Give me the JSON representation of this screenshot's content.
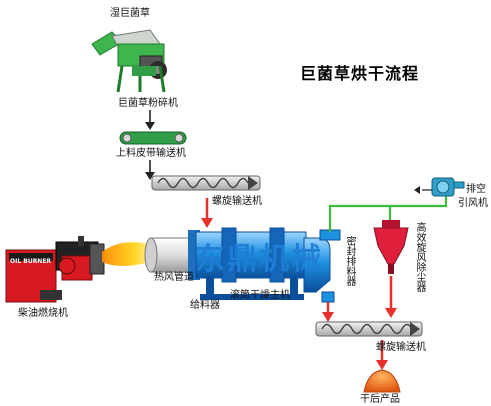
{
  "title": "巨菌草烘干流程",
  "watermark": "东鼎机械",
  "labels": {
    "wet_grass": "湿巨菌草",
    "shredder": "巨菌草粉碎机",
    "belt_conveyor": "上料皮带输送机",
    "screw_conveyor_top": "螺旋输送机",
    "hot_air_pipe": "热风管道",
    "feeder": "给料器",
    "dryer": "滚筒干燥主机",
    "burner": "柴油燃烧机",
    "sealed_discharge": "密封排料器",
    "cyclone": "高效旋风除尘器",
    "induced_fan": "引风机",
    "exhaust": "排空",
    "screw_conveyor_bottom": "螺旋输送机",
    "product": "干后产品"
  },
  "burner_tag": "OIL BURNER",
  "colors": {
    "flow_arrow": "#e8302a",
    "duct": "#3dbb3d",
    "dryer": "#1e90e0",
    "burner": "#d71920",
    "cyclone": "#e01f3d",
    "belt": "#2f9e46",
    "machine": "#36b24a",
    "product": "#f26a1b"
  }
}
